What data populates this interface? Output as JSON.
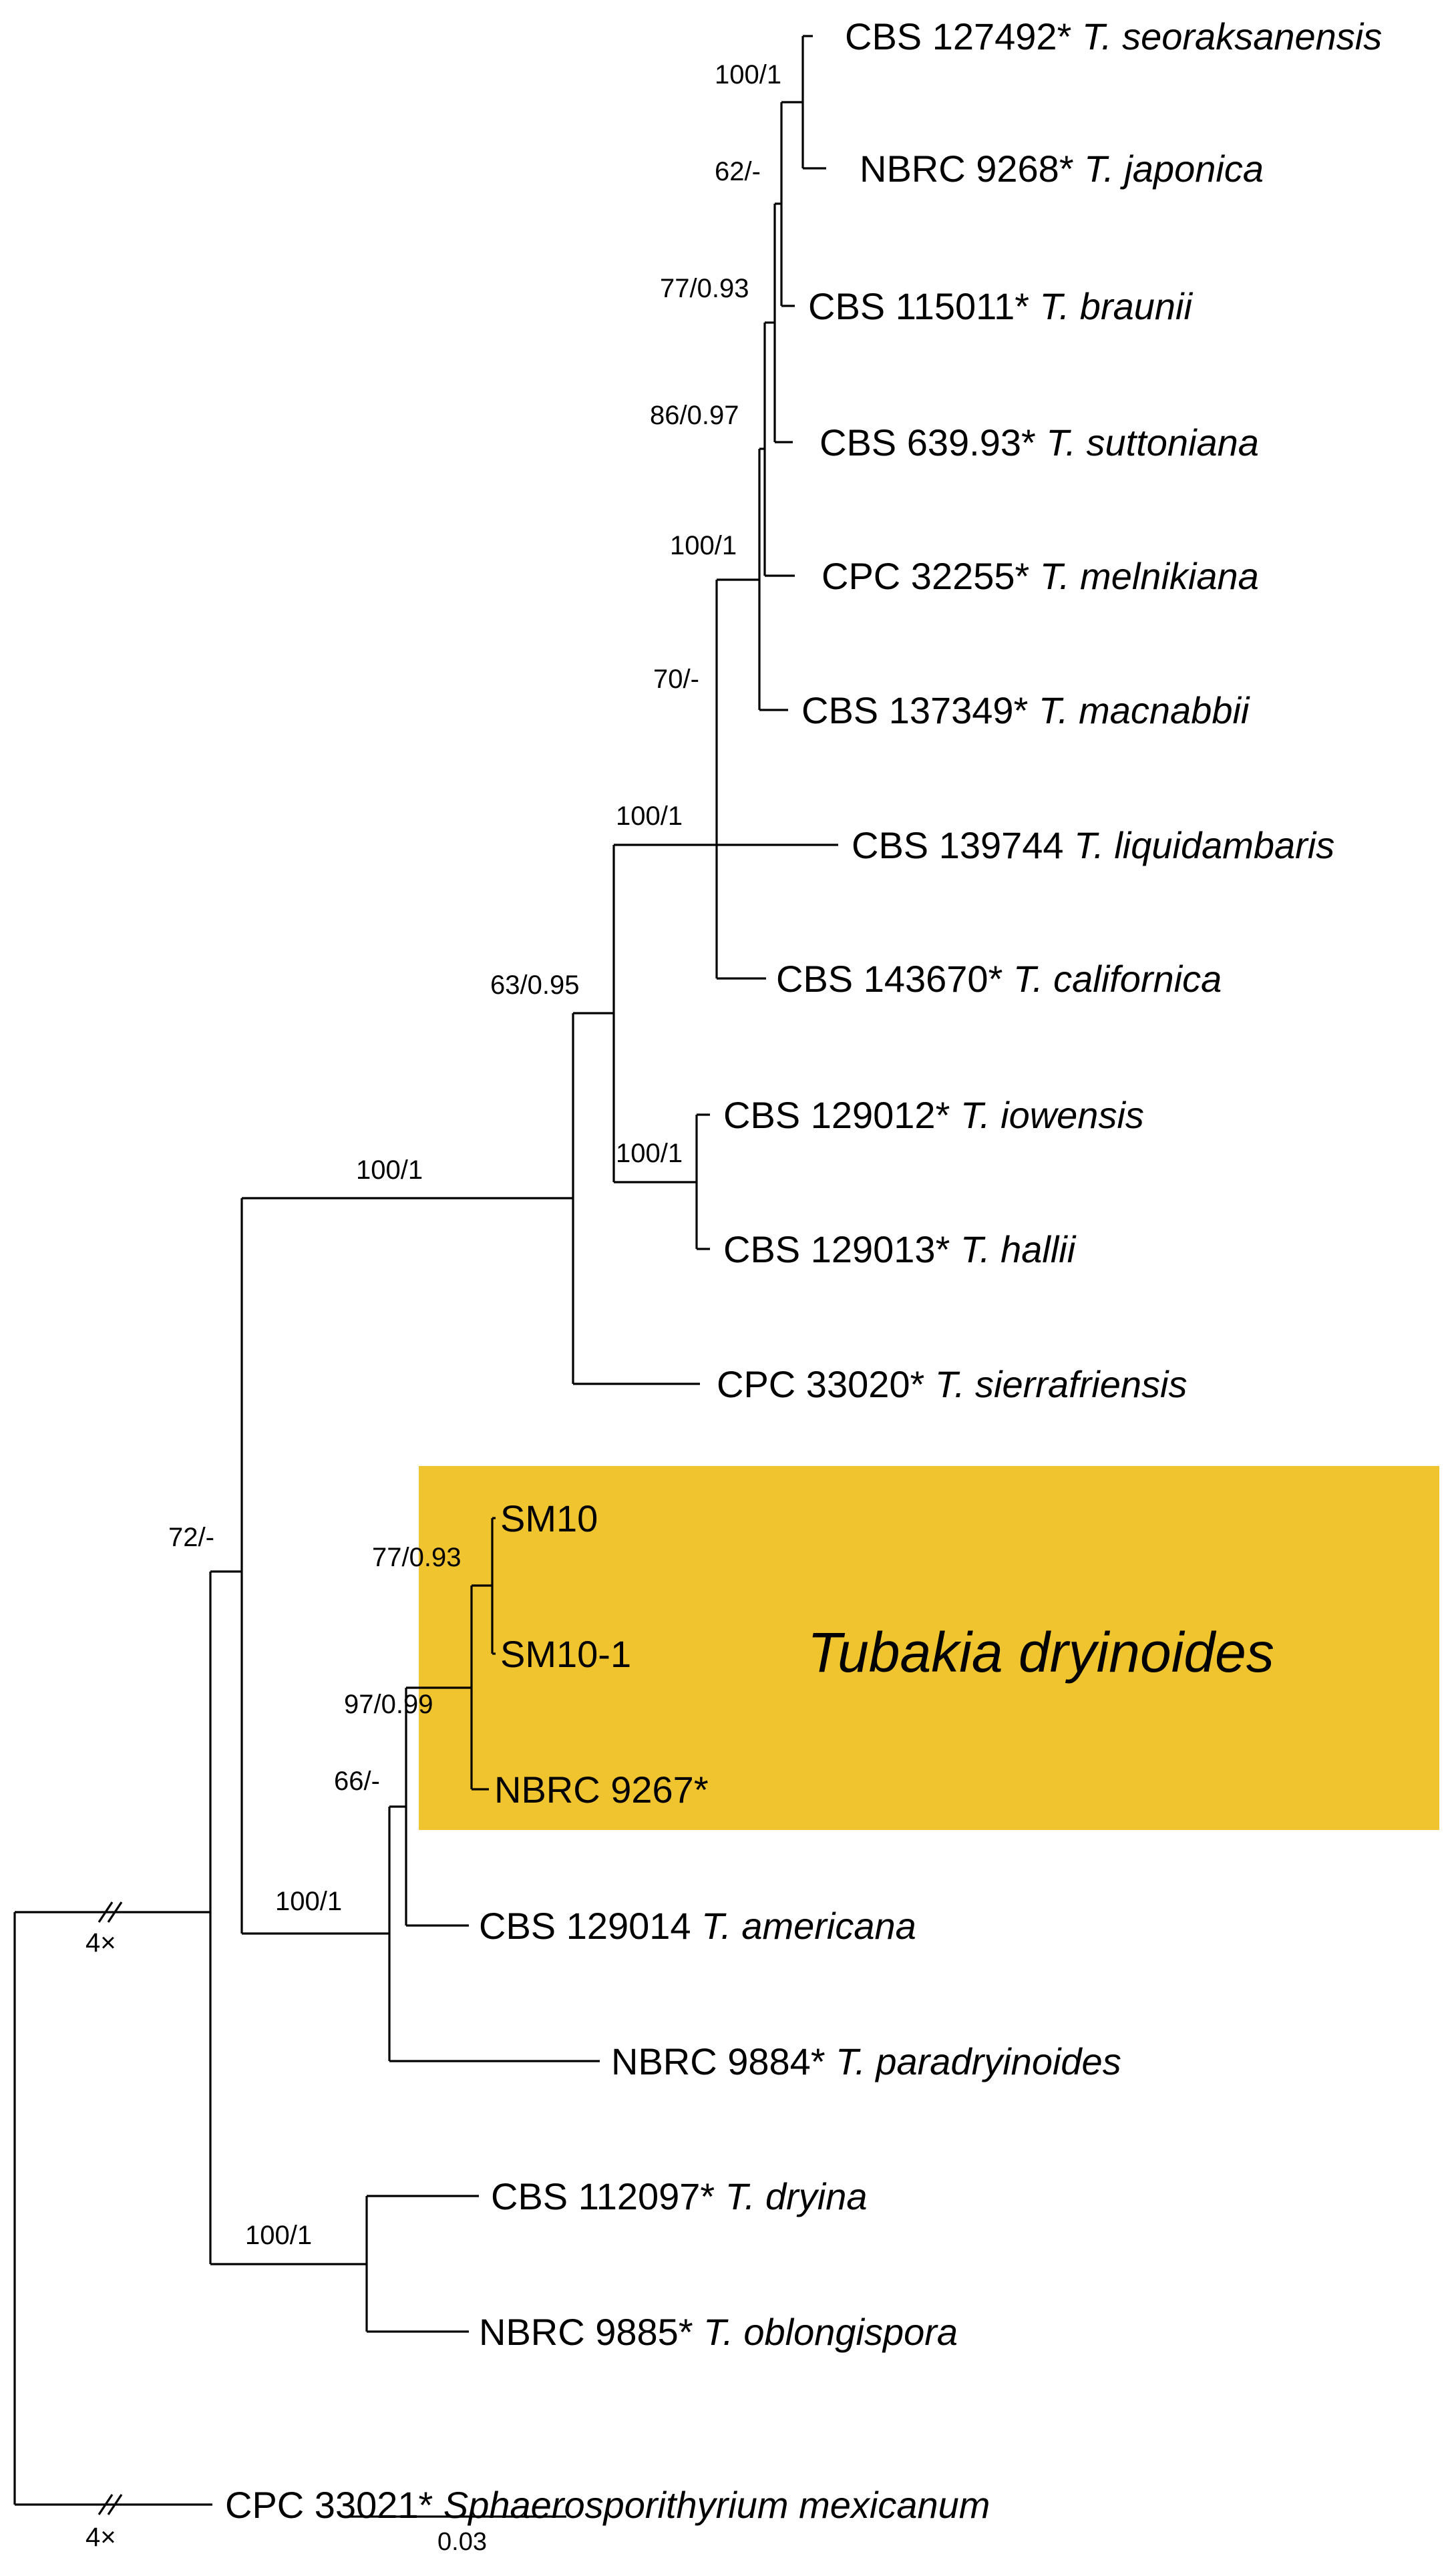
{
  "tree": {
    "tips": [
      {
        "id": "seoraksanensis",
        "strain": "CBS 127492*",
        "species": "T. seoraksanensis"
      },
      {
        "id": "japonica",
        "strain": "NBRC 9268*",
        "species": "T. japonica"
      },
      {
        "id": "braunii",
        "strain": "CBS 115011*",
        "species": "T. braunii"
      },
      {
        "id": "suttoniana",
        "strain": "CBS 639.93*",
        "species": "T. suttoniana"
      },
      {
        "id": "melnikiana",
        "strain": "CPC 32255*",
        "species": "T. melnikiana"
      },
      {
        "id": "macnabbii",
        "strain": "CBS 137349*",
        "species": "T. macnabbii"
      },
      {
        "id": "liquidambaris",
        "strain": "CBS 139744",
        "species": "T. liquidambaris"
      },
      {
        "id": "californica",
        "strain": "CBS 143670*",
        "species": "T. californica"
      },
      {
        "id": "iowensis",
        "strain": "CBS 129012*",
        "species": "T. iowensis"
      },
      {
        "id": "hallii",
        "strain": "CBS 129013*",
        "species": "T. hallii"
      },
      {
        "id": "sierrafriensis",
        "strain": "CPC 33020*",
        "species": "T. sierrafriensis"
      },
      {
        "id": "sm10",
        "strain": "SM10",
        "species": "",
        "highlight": true
      },
      {
        "id": "sm10_1",
        "strain": "SM10-1",
        "species": "",
        "highlight": true
      },
      {
        "id": "nbrc9267",
        "strain": "NBRC 9267*",
        "species": ""
      },
      {
        "id": "americana",
        "strain": "CBS 129014",
        "species": "T. americana"
      },
      {
        "id": "paradryinoides",
        "strain": "NBRC 9884*",
        "species": "T. paradryinoides"
      },
      {
        "id": "dryina",
        "strain": "CBS 112097*",
        "species": "T. dryina"
      },
      {
        "id": "oblongispora",
        "strain": "NBRC 9885*",
        "species": "T. oblongispora"
      },
      {
        "id": "outgroup",
        "strain": "CPC 33021*",
        "species": "Sphaerosporithyrium mexicanum"
      }
    ],
    "supports": {
      "n_seo_jap": "100/1",
      "n_62": "62/-",
      "n_77a": "77/0.93",
      "n_86": "86/0.97",
      "n_100mel": "100/1",
      "n_70": "70/-",
      "n_100cal": "100/1",
      "n_63": "63/0.95",
      "n_iow": "100/1",
      "n_main": "100/1",
      "n_72": "72/-",
      "n_77b": "77/0.93",
      "n_97": "97/0.99",
      "n_66": "66/-",
      "n_100am": "100/1",
      "n_dry": "100/1"
    },
    "clade_label": "Tubakia dryinoides",
    "break_marks": [
      "4×",
      "4×"
    ],
    "scale_bar": {
      "value": 0.03,
      "label": "0.03"
    },
    "colors": {
      "highlight_box": "#EFC42F",
      "tip_highlight": "#2A93C9",
      "branch": "#000000"
    }
  }
}
